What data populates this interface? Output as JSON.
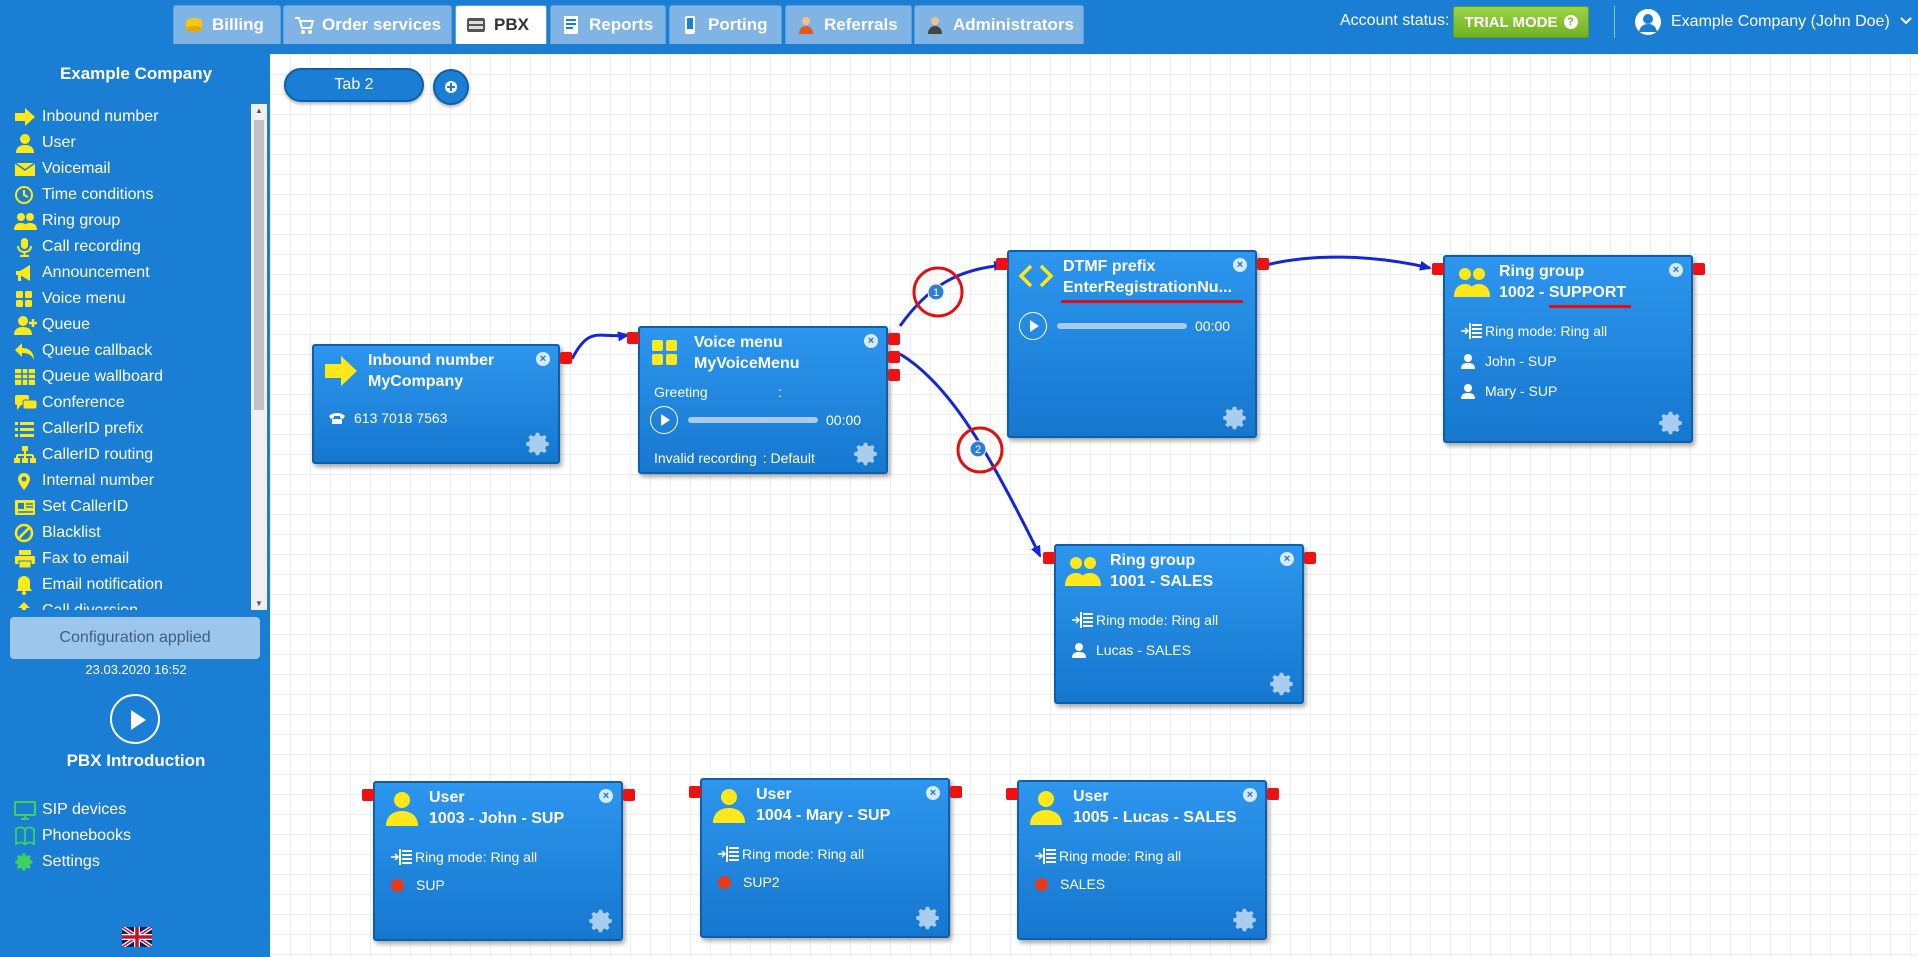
{
  "topbar": {
    "tabs": [
      {
        "label": "Billing",
        "icon": "coins-icon"
      },
      {
        "label": "Order services",
        "icon": "cart-icon"
      },
      {
        "label": "PBX",
        "icon": "pbx-icon"
      },
      {
        "label": "Reports",
        "icon": "reports-icon"
      },
      {
        "label": "Porting",
        "icon": "phone-icon"
      },
      {
        "label": "Referrals",
        "icon": "person-icon"
      },
      {
        "label": "Administrators",
        "icon": "admin-icon"
      }
    ],
    "active_tab": "PBX",
    "account_status_label": "Account status:",
    "trial_button": "TRIAL MODE",
    "user_name": "Example Company (John Doe)"
  },
  "sidebar": {
    "company": "Example Company",
    "items": [
      {
        "label": "Inbound number",
        "icon": "arrow-right-icon"
      },
      {
        "label": "User",
        "icon": "user-icon"
      },
      {
        "label": "Voicemail",
        "icon": "envelope-icon"
      },
      {
        "label": "Time conditions",
        "icon": "clock-icon"
      },
      {
        "label": "Ring group",
        "icon": "users-icon"
      },
      {
        "label": "Call recording",
        "icon": "microphone-icon"
      },
      {
        "label": "Announcement",
        "icon": "megaphone-icon"
      },
      {
        "label": "Voice menu",
        "icon": "grid-icon"
      },
      {
        "label": "Queue",
        "icon": "user-plus-icon"
      },
      {
        "label": "Queue callback",
        "icon": "reply-icon"
      },
      {
        "label": "Queue wallboard",
        "icon": "table-icon"
      },
      {
        "label": "Conference",
        "icon": "chat-icon"
      },
      {
        "label": "CallerID prefix",
        "icon": "list-icon"
      },
      {
        "label": "CallerID routing",
        "icon": "sitemap-icon"
      },
      {
        "label": "Internal number",
        "icon": "pin-icon"
      },
      {
        "label": "Set CallerID",
        "icon": "id-card-icon"
      },
      {
        "label": "Blacklist",
        "icon": "ban-icon"
      },
      {
        "label": "Fax to email",
        "icon": "printer-icon"
      },
      {
        "label": "Email notification",
        "icon": "bell-icon"
      },
      {
        "label": "Call diversion",
        "icon": "diversion-icon"
      }
    ],
    "config_status": "Configuration applied",
    "config_time": "23.03.2020 16:52",
    "intro_label": "PBX Introduction",
    "bottom_items": [
      {
        "label": "SIP devices",
        "icon": "monitor-icon"
      },
      {
        "label": "Phonebooks",
        "icon": "book-icon"
      },
      {
        "label": "Settings",
        "icon": "gear-icon"
      }
    ]
  },
  "canvas": {
    "tab_label": "Tab 2",
    "nodes": {
      "inbound": {
        "title": "Inbound number",
        "name": "MyCompany",
        "phone": "613 7018 7563"
      },
      "voicemenu": {
        "title": "Voice menu",
        "name": "MyVoiceMenu",
        "greeting_label": "Greeting",
        "greeting_sep": ":",
        "time": "00:00",
        "invalid_label": "Invalid recording",
        "invalid_value": ": Default"
      },
      "dtmf": {
        "title": "DTMF prefix",
        "name": "EnterRegistrationNu...",
        "time": "00:00"
      },
      "rg_support": {
        "title": "Ring group",
        "name": "1002 - SUPPORT",
        "ring_mode": "Ring mode: Ring all",
        "members": [
          "John - SUP",
          "Mary - SUP"
        ]
      },
      "rg_sales": {
        "title": "Ring group",
        "name": "1001 - SALES",
        "ring_mode": "Ring mode: Ring all",
        "members": [
          "Lucas - SALES"
        ]
      },
      "user1": {
        "title": "User",
        "name": "1003 - John - SUP",
        "ring_mode": "Ring mode: Ring all",
        "group": "SUP"
      },
      "user2": {
        "title": "User",
        "name": "1004 - Mary - SUP",
        "ring_mode": "Ring mode: Ring all",
        "group": "SUP2"
      },
      "user3": {
        "title": "User",
        "name": "1005 - Lucas - SALES",
        "ring_mode": "Ring mode: Ring all",
        "group": "SALES"
      }
    },
    "wire_labels": [
      "1",
      "2"
    ]
  },
  "colors": {
    "accent": "#1a7fd4",
    "icon_yellow": "#ffe81a",
    "port_red": "#ee1111",
    "highlight_red": "#e01010",
    "trial_green": "#7cc22d"
  }
}
